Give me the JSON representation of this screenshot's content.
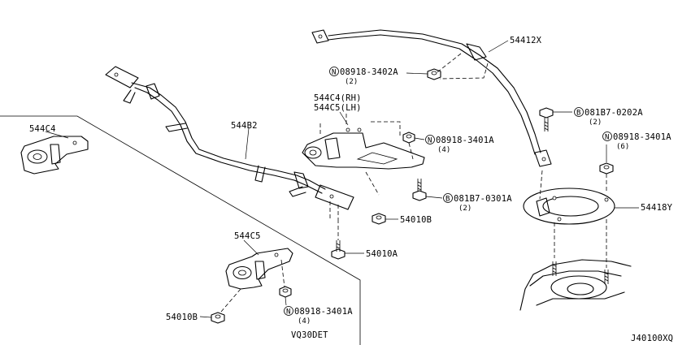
{
  "diagram": {
    "code": "J40100XQ",
    "engine_label": "VQ30DET"
  },
  "callouts": {
    "bar_left": "544C4",
    "bar_main": "544B2",
    "bar_top": "54412X",
    "bracket_rh": "544C4(RH)",
    "bracket_lh": "544C5(LH)",
    "bracket_lower": "544C5",
    "nut_3402a": {
      "prefix": "N",
      "part": "08918-3402A",
      "qty": "(2)"
    },
    "nut_3401a_mid": {
      "prefix": "N",
      "part": "08918-3401A",
      "qty": "(4)"
    },
    "nut_3401a_right": {
      "prefix": "N",
      "part": "08918-3401A",
      "qty": "(6)"
    },
    "nut_3401a_low": {
      "prefix": "N",
      "part": "08918-3401A",
      "qty": "(4)"
    },
    "bolt_0202a": {
      "prefix": "B",
      "part": "081B7-0202A",
      "qty": "(2)"
    },
    "bolt_0301a": {
      "prefix": "B",
      "part": "081B7-0301A",
      "qty": "(2)"
    },
    "bolt_54010b_mid": "54010B",
    "bolt_54010a": "54010A",
    "bolt_54010b_low": "54010B",
    "ring_54418y": "54418Y"
  }
}
